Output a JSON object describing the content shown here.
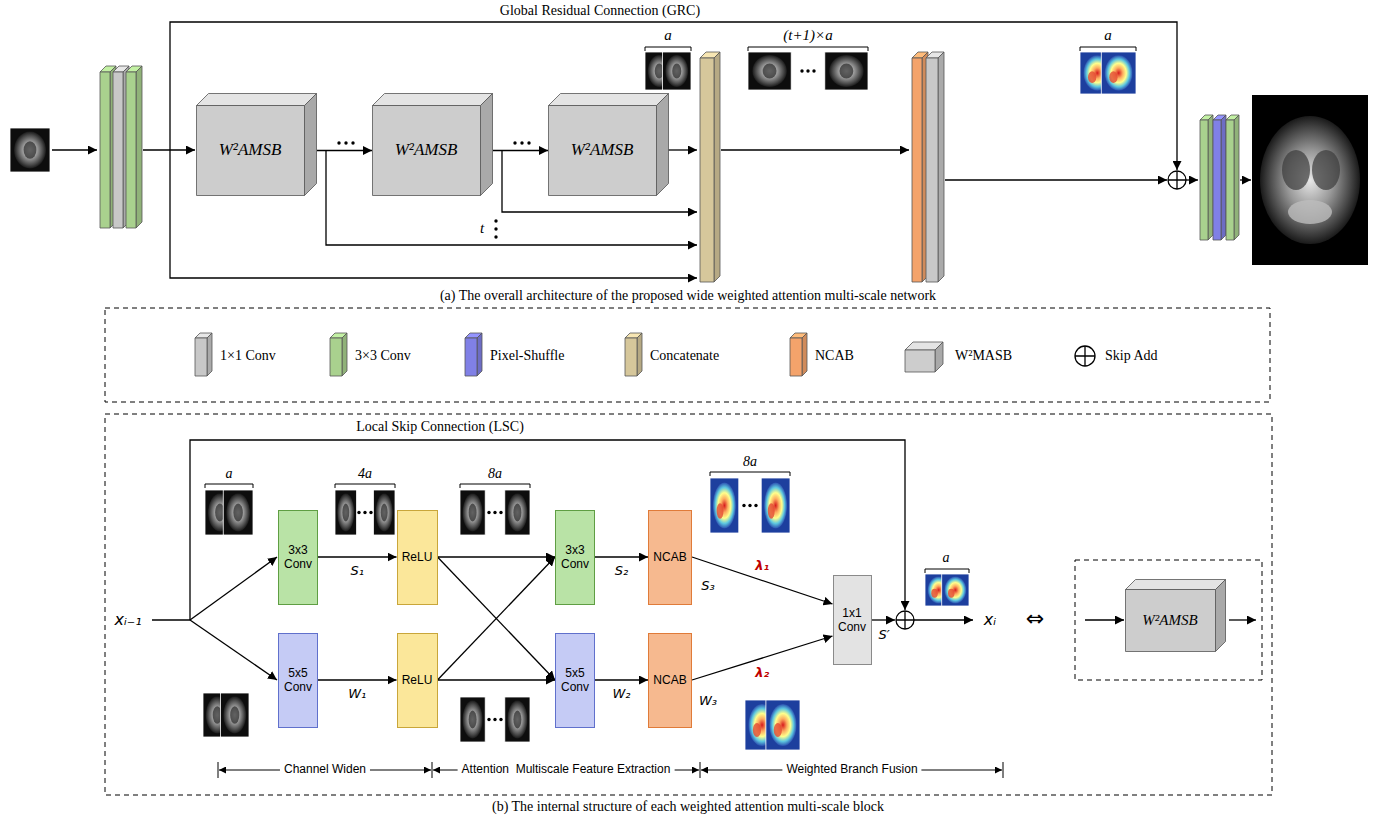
{
  "diagram": {
    "nodes": [
      {
        "text": [
          "W²AMSB"
        ]
      },
      {
        "text": [
          "W²AMSB"
        ]
      },
      {
        "text": [
          "W²AMSB"
        ]
      },
      {
        "text": [
          "3x3 Conv"
        ]
      },
      {
        "text": [
          "5x5 Conv"
        ]
      },
      {
        "text": [
          "ReLU"
        ]
      },
      {
        "text": [
          "ReLU"
        ]
      },
      {
        "text": [
          "3x3 Conv"
        ]
      },
      {
        "text": [
          "5x5 Conv"
        ]
      },
      {
        "text": [
          "NCAB"
        ]
      },
      {
        "text": [
          "NCAB"
        ]
      },
      {
        "text": [
          "1x1 Conv"
        ]
      },
      {
        "text": [
          "W²AMSB"
        ]
      }
    ],
    "edges": [
      {
        "from": 0,
        "to": 1,
        "arrow": "to"
      },
      {
        "from": 1,
        "to": 2,
        "arrow": "to"
      },
      {
        "from": 3,
        "to": 5,
        "arrow": "to",
        "label": "S₁"
      },
      {
        "from": 4,
        "to": 6,
        "arrow": "to",
        "label": "W₁"
      },
      {
        "from": 5,
        "to": 7,
        "arrow": "to"
      },
      {
        "from": 5,
        "to": 8,
        "arrow": "to"
      },
      {
        "from": 6,
        "to": 7,
        "arrow": "to"
      },
      {
        "from": 6,
        "to": 8,
        "arrow": "to"
      },
      {
        "from": 7,
        "to": 9,
        "arrow": "to",
        "label": "S₂"
      },
      {
        "from": 8,
        "to": 10,
        "arrow": "to",
        "label": "W₂"
      },
      {
        "from": 9,
        "to": 11,
        "arrow": "to",
        "label": "λ₁"
      },
      {
        "from": 10,
        "to": 11,
        "arrow": "to",
        "label": "λ₂"
      }
    ],
    "labels": [
      "Global Residual Connection (GRC)",
      "a",
      "(t+1)×a",
      "a",
      "t",
      "(a) The overall architecture of the proposed wide weighted attention multi-scale network",
      "Local Skip Connection (LSC)",
      "a",
      "xᵢ₋₁",
      "4a",
      "8a",
      "8a",
      "S₃",
      "W₃",
      "S′",
      "a",
      "xᵢ",
      "⇔",
      "Channel Widen",
      "Attention  Multiscale Feature Extraction",
      "Weighted Branch Fusion",
      "(b) The internal structure of each weighted attention multi-scale block"
    ],
    "legend": [
      {
        "text": "1×1 Conv",
        "color": "#c8c8c8"
      },
      {
        "text": "3×3 Conv",
        "color": "#a9d18e"
      },
      {
        "text": "Pixel-Shuffle",
        "color": "#8080e6"
      },
      {
        "text": "Concatenate",
        "color": "#d6c79b"
      },
      {
        "text": "NCAB",
        "color": "#f4a36b"
      },
      {
        "text": "W²MASB"
      },
      {
        "text": "Skip Add"
      }
    ]
  }
}
